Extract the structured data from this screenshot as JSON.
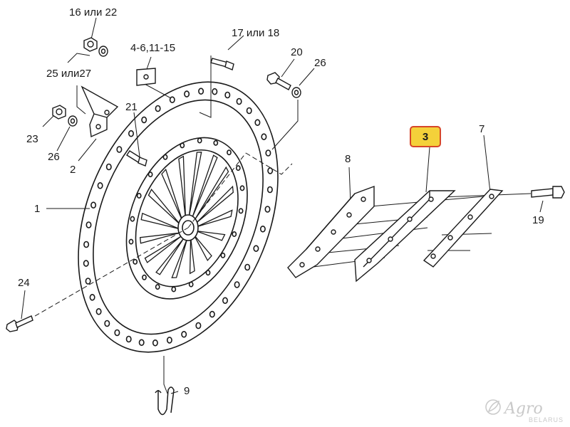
{
  "labels": {
    "l16": "16 или 22",
    "l4": "4-6,11-15",
    "l17": "17 или 18",
    "l20": "20",
    "l26a": "26",
    "l25": "25 или27",
    "l21": "21",
    "l23": "23",
    "l26b": "26",
    "l2": "2",
    "l1": "1",
    "l8": "8",
    "l7": "7",
    "l3": "3",
    "l19": "19",
    "l24": "24",
    "l9": "9"
  },
  "highlight": {
    "fill": "#f4d13a",
    "border": "#d6462a"
  },
  "watermark": {
    "brand": "Agro",
    "sub": "BELARUS",
    "icon": "leaf-icon"
  }
}
